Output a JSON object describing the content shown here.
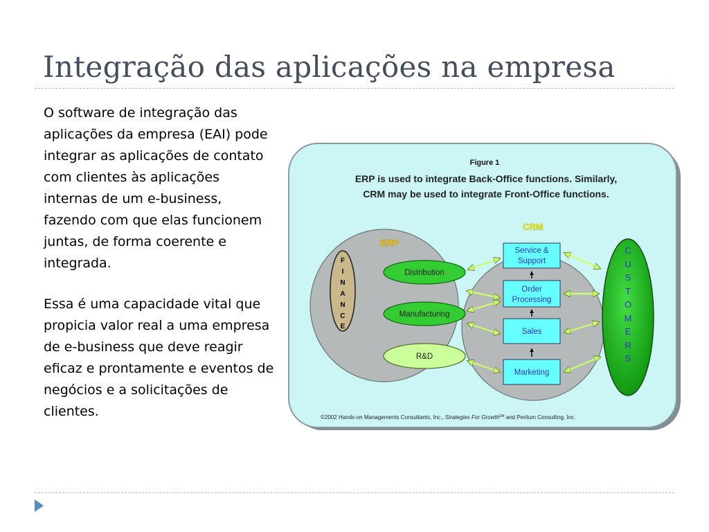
{
  "slide": {
    "title": "Integração das aplicações na empresa",
    "paragraphs": [
      "O software de integração das aplicações da empresa (EAI) pode integrar as aplicações de contato com clientes às aplicações internas de um e-business, fazendo com que elas funcionem juntas, de forma coerente e integrada.",
      "Essa é uma capacidade vital que propicia valor real a uma empresa de e-business que deve reagir eficaz e prontamente e eventos de negócios e a solicitações de clientes."
    ]
  },
  "figure": {
    "label": "Figure 1",
    "headline_line1": "ERP is used to integrate Back-Office functions. Similarly,",
    "headline_line2": "CRM may be used to integrate Front-Office functions.",
    "erp_label": "ERP",
    "crm_label": "CRM",
    "finance_letters": [
      "F",
      "I",
      "N",
      "A",
      "N",
      "C",
      "E"
    ],
    "erp_modules": [
      "Distribution",
      "Manufacturing",
      "R&D"
    ],
    "crm_box1_line1": "Service &",
    "crm_box1_line2": "Support",
    "crm_box2_line1": "Order",
    "crm_box2_line2": "Processing",
    "crm_box3": "Sales",
    "crm_box4": "Marketing",
    "customers_letters": [
      "C",
      "U",
      "S",
      "T",
      "O",
      "M",
      "E",
      "R",
      "S"
    ],
    "copyright_prefix": "©2002 Hands-on Managements Consultants, Inc., ",
    "copyright_italic": "Strategies For Growth",
    "copyright_sm": "SM",
    "copyright_suffix": " and Peritum Consulting, Inc.",
    "colors": {
      "panel": "#ccf5f5",
      "panel_border": "#8a9aa0",
      "ellipse_fill": "#b5b9b9",
      "erp_green": "#33cc33",
      "rnd_green": "#ccff99",
      "crm_box": "#66ffff",
      "customers_green": "#22bb22",
      "arrow": "#ccff66",
      "erp_text": "#ffcc00",
      "crm_text": "#ffff00",
      "box_text": "#3333cc"
    }
  }
}
